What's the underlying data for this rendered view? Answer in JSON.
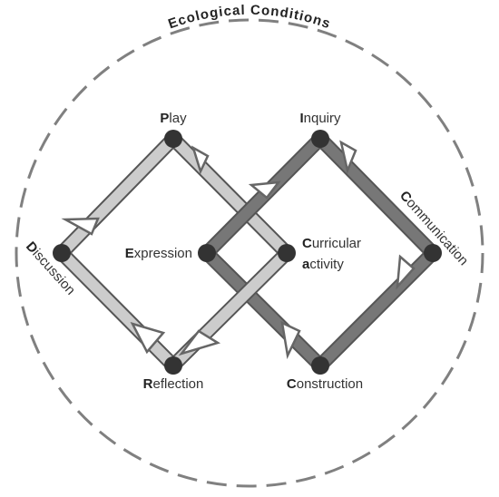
{
  "ecological_conditions": "Ecological Conditions",
  "nodes": {
    "play": {
      "initial": "P",
      "rest": "lay"
    },
    "inquiry": {
      "initial": "I",
      "rest": "nquiry"
    },
    "discussion": {
      "initial": "D",
      "rest": "iscussion"
    },
    "expression": {
      "initial": "E",
      "rest": "xpression"
    },
    "curricular_activity": {
      "line1_initial": "C",
      "line1_rest": "urricular",
      "line2_initial": "a",
      "line2_rest": "ctivity"
    },
    "communication": {
      "initial": "C",
      "rest": "ommunication"
    },
    "reflection": {
      "initial": "R",
      "rest": "eflection"
    },
    "construction": {
      "initial": "C",
      "rest": "onstruction"
    }
  },
  "colors": {
    "circle": "#808080",
    "light_loop": "#cccccc",
    "dark_loop": "#777777",
    "outline": "#555555",
    "node": "#333333"
  }
}
